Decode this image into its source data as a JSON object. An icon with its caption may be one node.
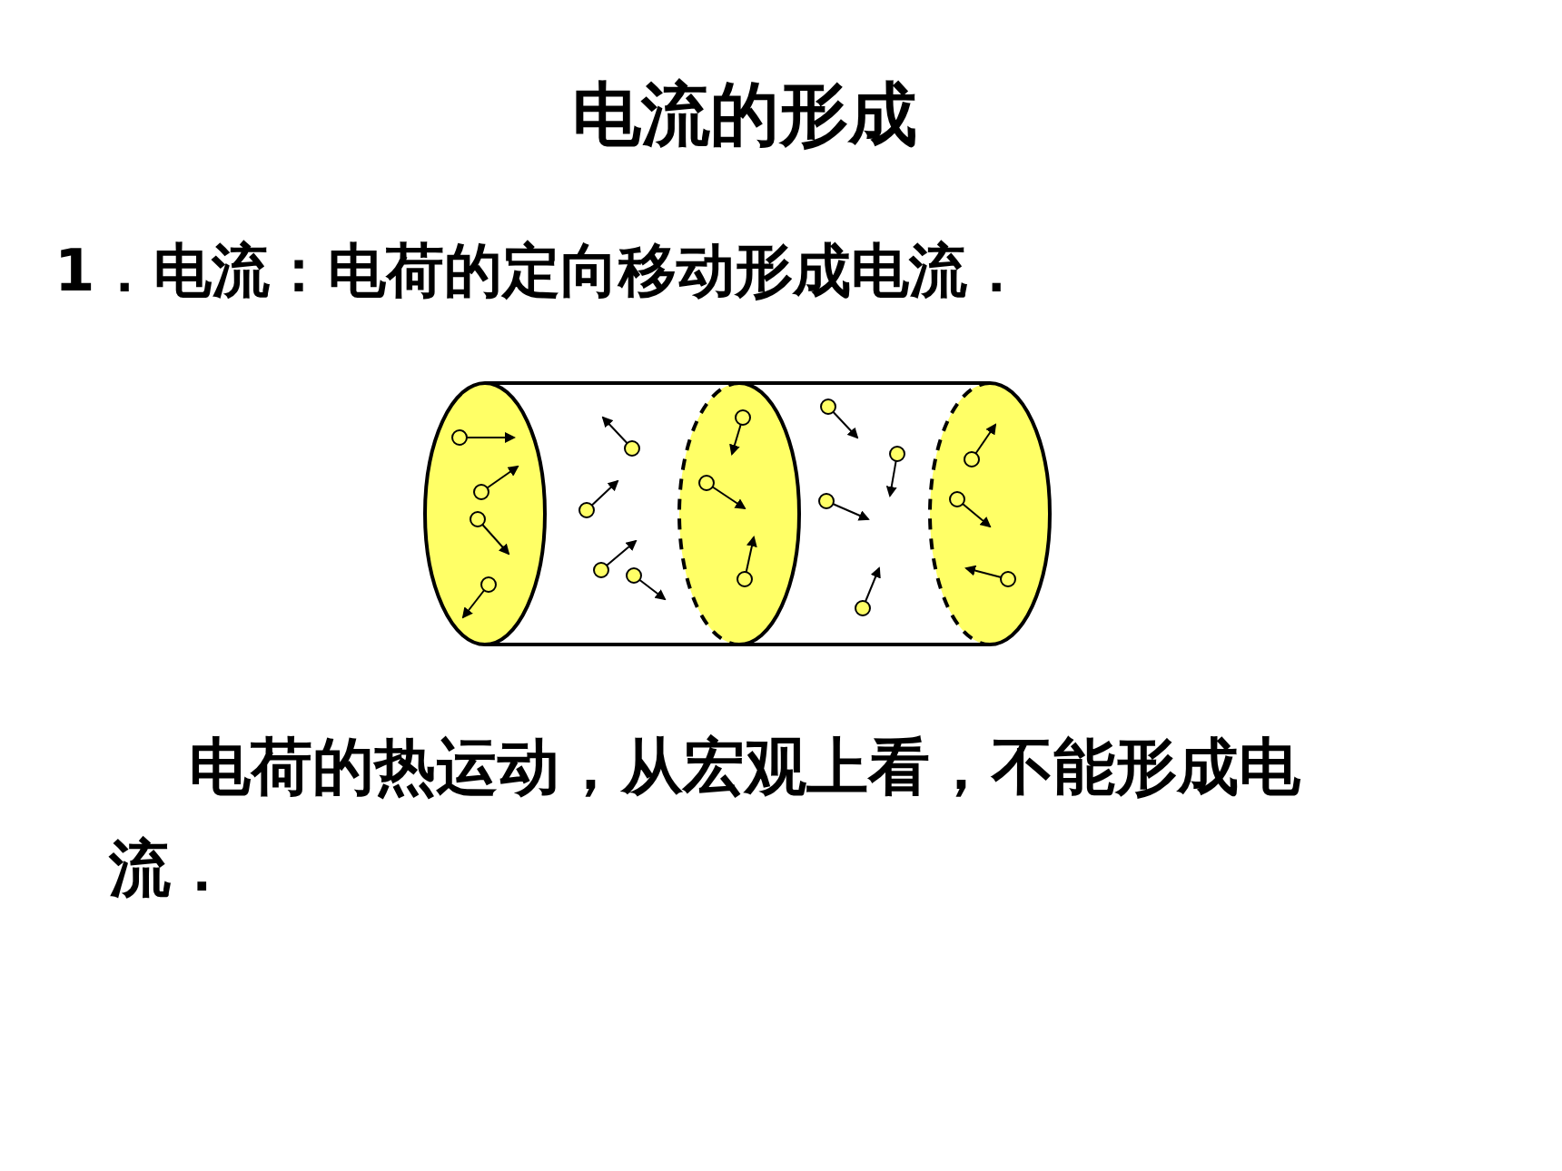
{
  "diagram": {
    "title": "电流的形成",
    "labels": [
      "1．电流：电荷的定向移动形成电流．",
      "电荷的热运动，从宏观上看，不能形成电流．"
    ]
  }
}
